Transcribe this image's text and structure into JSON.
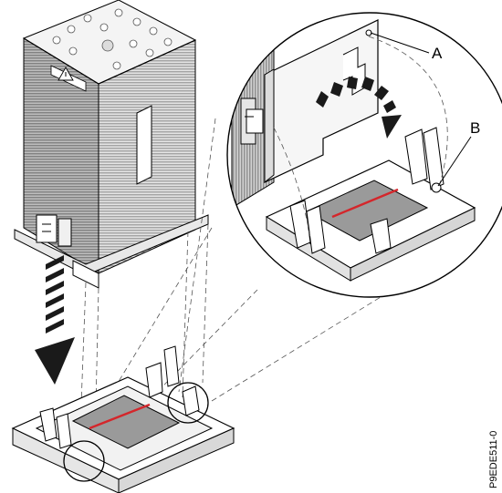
{
  "figure": {
    "callouts": [
      {
        "label": "A"
      },
      {
        "label": "B"
      }
    ],
    "figure_id": "P9EDE511-0"
  },
  "colors": {
    "fin_dark": "#7a7a7a",
    "fin_light": "#cfcfcf",
    "processor_red": "#d4262b",
    "processor_gray": "#9a9a9a",
    "outline": "#000000"
  },
  "icons": [
    "install-direction-arrow",
    "rotate-direction-arrow",
    "hazard-warning-label"
  ]
}
